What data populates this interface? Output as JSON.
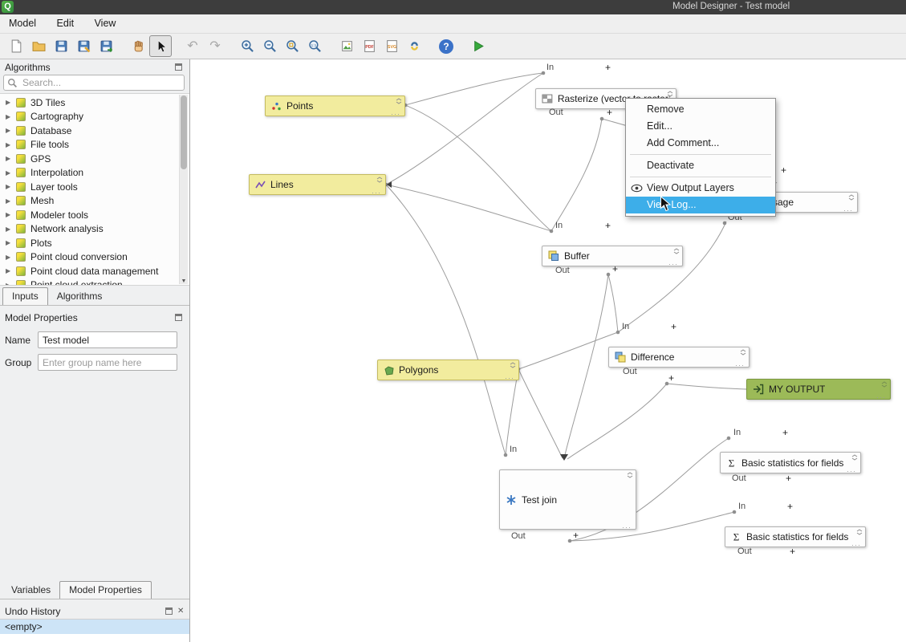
{
  "window": {
    "title": "Model Designer - Test model"
  },
  "menubar": {
    "items": [
      {
        "label": "Model"
      },
      {
        "label": "Edit"
      },
      {
        "label": "View"
      }
    ]
  },
  "toolbar": {
    "icons": [
      "new-model",
      "open-model",
      "save-model",
      "save-model-as",
      "save-as-template",
      "pan-tool",
      "select-tool",
      "undo",
      "redo",
      "zoom-in",
      "zoom-out",
      "zoom-full",
      "zoom-actual",
      "export-as-image",
      "export-as-pdf",
      "export-as-svg",
      "export-as-python",
      "help",
      "run-model"
    ]
  },
  "algorithms_panel": {
    "title": "Algorithms",
    "search_placeholder": "Search...",
    "items": [
      {
        "label": "3D Tiles"
      },
      {
        "label": "Cartography"
      },
      {
        "label": "Database"
      },
      {
        "label": "File tools"
      },
      {
        "label": "GPS"
      },
      {
        "label": "Interpolation"
      },
      {
        "label": "Layer tools"
      },
      {
        "label": "Mesh"
      },
      {
        "label": "Modeler tools"
      },
      {
        "label": "Network analysis"
      },
      {
        "label": "Plots"
      },
      {
        "label": "Point cloud conversion"
      },
      {
        "label": "Point cloud data management"
      },
      {
        "label": "Point cloud extraction"
      }
    ]
  },
  "dock_tabs_top": {
    "tabs": [
      {
        "label": "Inputs",
        "selected": true
      },
      {
        "label": "Algorithms",
        "selected": false
      }
    ]
  },
  "model_properties": {
    "title": "Model Properties",
    "name_label": "Name",
    "name_value": "Test model",
    "group_label": "Group",
    "group_placeholder": "Enter group name here"
  },
  "dock_tabs_bottom": {
    "tabs": [
      {
        "label": "Variables",
        "selected": false
      },
      {
        "label": "Model Properties",
        "selected": true
      }
    ]
  },
  "undo_history": {
    "title": "Undo History",
    "rows": [
      {
        "label": "<empty>",
        "selected": true
      }
    ]
  },
  "markers": {
    "in": "In",
    "out": "Out",
    "plus": "+",
    "grip": "···"
  },
  "canvas": {
    "nodes": [
      {
        "id": "points",
        "type": "input",
        "label": "Points"
      },
      {
        "id": "lines",
        "type": "input",
        "label": "Lines"
      },
      {
        "id": "polygons",
        "type": "input",
        "label": "Polygons"
      },
      {
        "id": "rasterize",
        "type": "algorithm",
        "label": "Rasterize (vector to raster)"
      },
      {
        "id": "partially-hidden-node",
        "type": "algorithm",
        "label": "sage"
      },
      {
        "id": "buffer",
        "type": "algorithm",
        "label": "Buffer"
      },
      {
        "id": "difference",
        "type": "algorithm",
        "label": "Difference"
      },
      {
        "id": "my-output",
        "type": "output",
        "label": "MY OUTPUT"
      },
      {
        "id": "test-join",
        "type": "algorithm",
        "label": "Test join"
      },
      {
        "id": "stats-1",
        "type": "algorithm",
        "label": "Basic statistics for fields"
      },
      {
        "id": "stats-2",
        "type": "algorithm",
        "label": "Basic statistics for fields"
      }
    ]
  },
  "context_menu": {
    "items": [
      {
        "label": "Remove"
      },
      {
        "label": "Edit..."
      },
      {
        "label": "Add Comment..."
      },
      {
        "label": "Deactivate"
      },
      {
        "label": "View Output Layers"
      },
      {
        "label": "View Log...",
        "highlighted": true
      }
    ]
  },
  "colors": {
    "accent": "#3daee9",
    "input_node": "#f2ec9e",
    "output_node": "#9cba58",
    "selection": "#cde4f7"
  }
}
